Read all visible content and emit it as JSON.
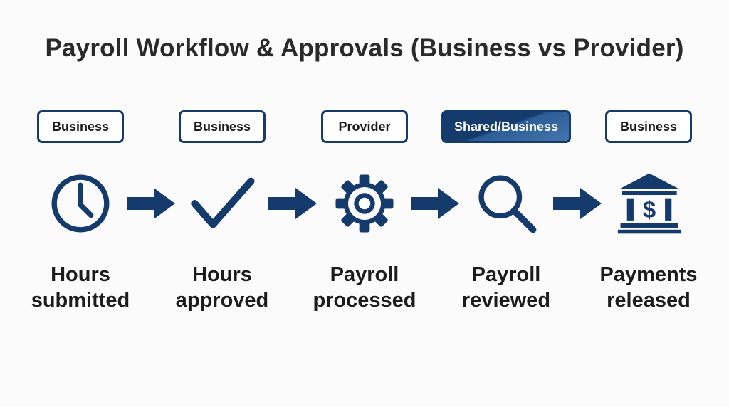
{
  "title": "Payroll Workflow & Approvals (Business vs Provider)",
  "colors": {
    "accent": "#143b6b",
    "accent_light": "#4775ad",
    "text": "#1c1c1c"
  },
  "steps": [
    {
      "owner": "Business",
      "icon": "clock-icon",
      "label_line1": "Hours",
      "label_line2": "submitted"
    },
    {
      "owner": "Business",
      "icon": "checkmark-icon",
      "label_line1": "Hours",
      "label_line2": "approved"
    },
    {
      "owner": "Provider",
      "icon": "gear-icon",
      "label_line1": "Payroll",
      "label_line2": "processed"
    },
    {
      "owner": "Shared/Business",
      "icon": "magnifier-icon",
      "label_line1": "Payroll",
      "label_line2": "reviewed"
    },
    {
      "owner": "Business",
      "icon": "bank-icon",
      "label_line1": "Payments",
      "label_line2": "released"
    }
  ]
}
